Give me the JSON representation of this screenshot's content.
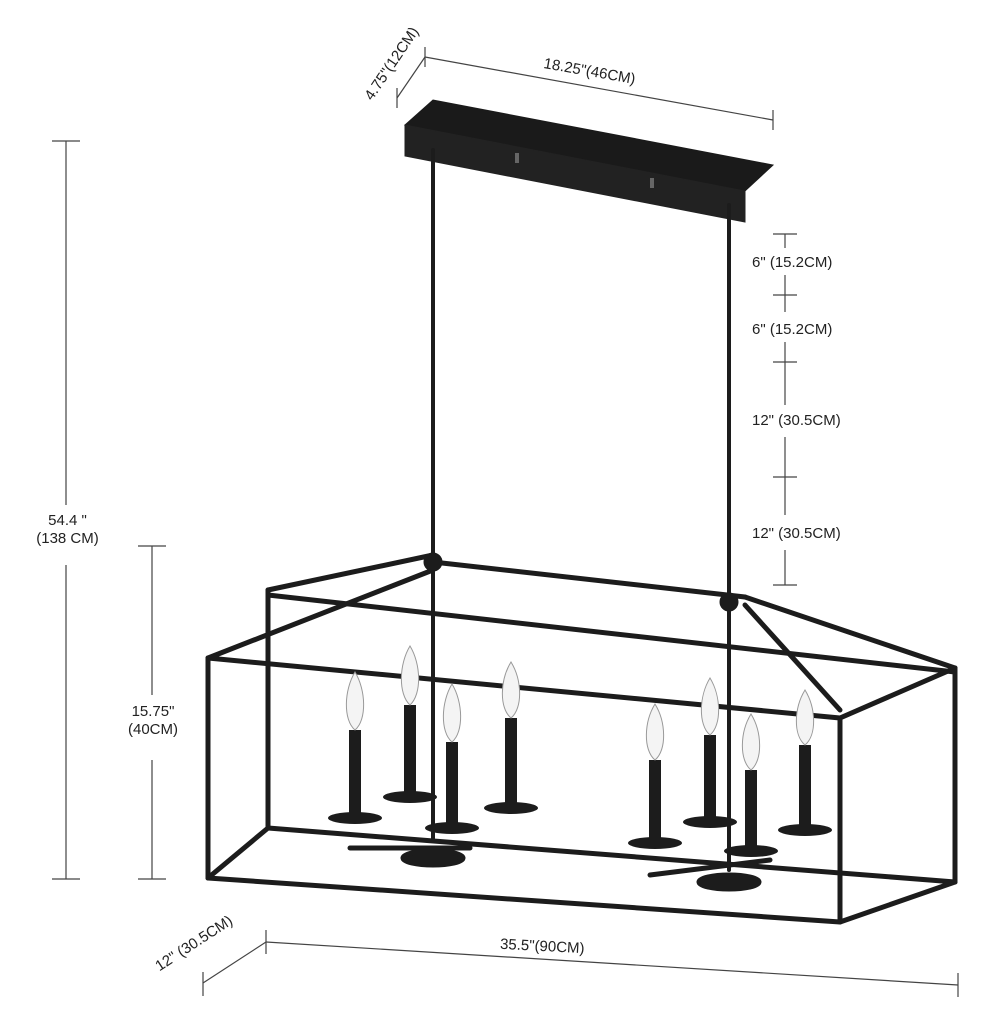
{
  "diagram": {
    "subject": "8-light rectangular cage chandelier dimension drawing",
    "dimensions": {
      "canopy_depth": "4.75\"(12CM)",
      "canopy_width": "18.25\"(46CM)",
      "overall_height_line1": "54.4 \"",
      "overall_height_line2": "(138 CM)",
      "body_height_line1": "15.75\"",
      "body_height_line2": "(40CM)",
      "rod_segments": [
        "6\" (15.2CM)",
        "6\" (15.2CM)",
        "12\" (30.5CM)",
        "12\" (30.5CM)"
      ],
      "body_depth": "12\" (30.5CM)",
      "body_width": "35.5\"(90CM)"
    },
    "colors": {
      "fixture": "#1c1c1c",
      "dimension_line": "#444444",
      "text": "#222222",
      "background": "#ffffff"
    }
  }
}
